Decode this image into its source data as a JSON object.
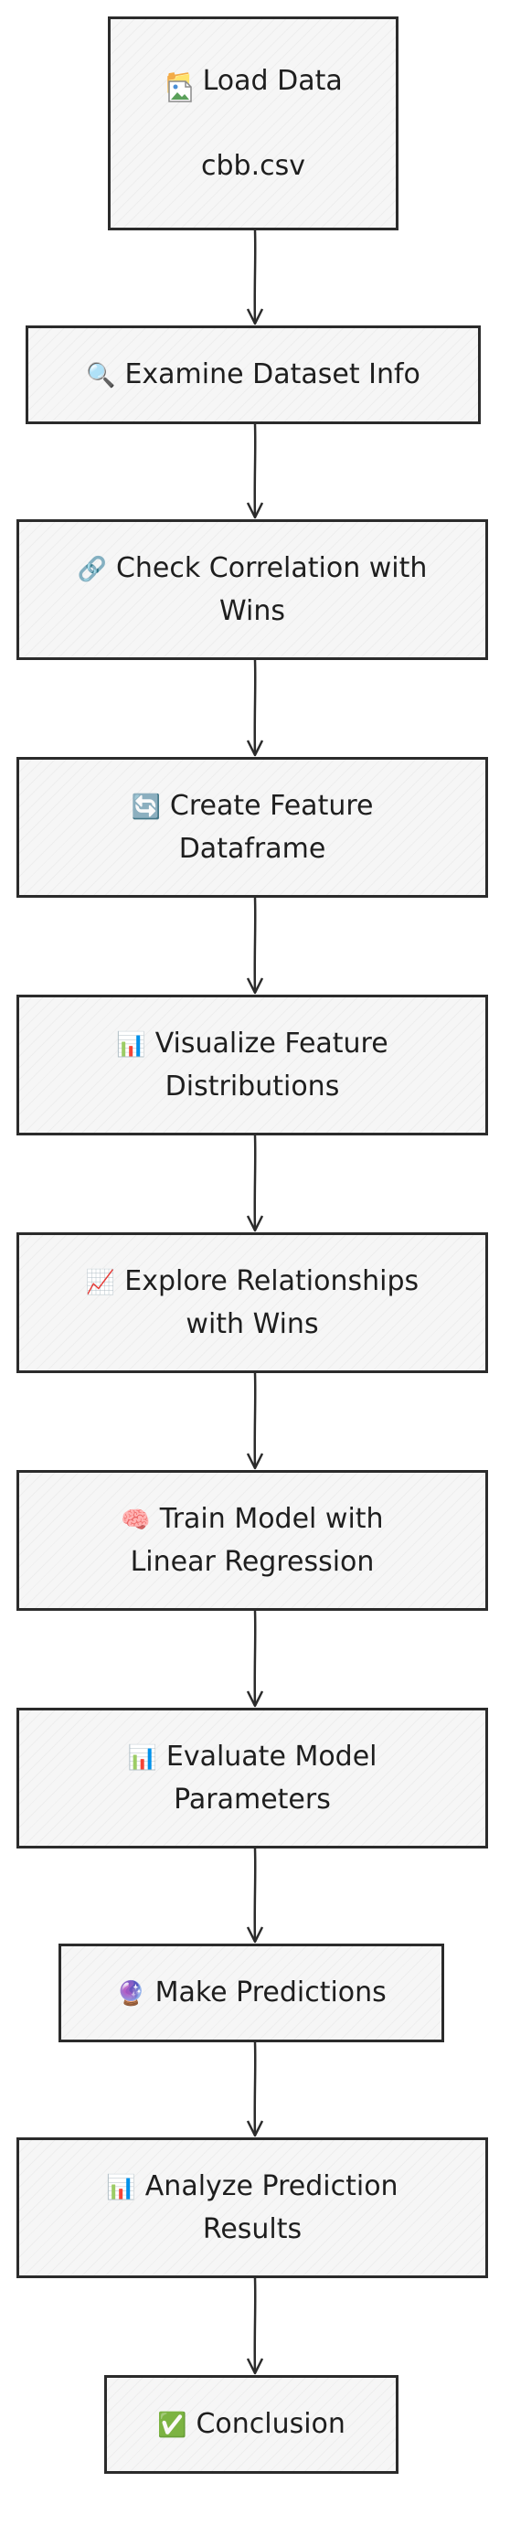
{
  "nodes": [
    {
      "id": "load",
      "icon": "📁",
      "icon_name": "folder-icon",
      "lines": [
        "Load Data",
        "",
        "cbb.csv"
      ]
    },
    {
      "id": "examine",
      "icon": "🔍",
      "icon_name": "magnifier-icon",
      "lines": [
        "Examine Dataset Info"
      ]
    },
    {
      "id": "correlation",
      "icon": "🔗",
      "icon_name": "link-icon",
      "lines": [
        "Check Correlation with",
        "Wins"
      ]
    },
    {
      "id": "feature",
      "icon": "🔄",
      "icon_name": "refresh-icon",
      "lines": [
        "Create Feature",
        "Dataframe"
      ]
    },
    {
      "id": "visualize",
      "icon": "📊",
      "icon_name": "bar-chart-icon",
      "lines": [
        "Visualize Feature",
        "Distributions"
      ]
    },
    {
      "id": "explore",
      "icon": "📈",
      "icon_name": "trending-up-icon",
      "lines": [
        "Explore Relationships",
        "with Wins"
      ]
    },
    {
      "id": "train",
      "icon": "🧠",
      "icon_name": "brain-icon",
      "lines": [
        "Train Model with",
        "Linear Regression"
      ]
    },
    {
      "id": "evaluate",
      "icon": "📊",
      "icon_name": "bar-chart-icon",
      "lines": [
        "Evaluate Model",
        "Parameters"
      ]
    },
    {
      "id": "predict",
      "icon": "🔮",
      "icon_name": "crystal-ball-icon",
      "lines": [
        "Make Predictions"
      ]
    },
    {
      "id": "analyze",
      "icon": "📊",
      "icon_name": "bar-chart-icon",
      "lines": [
        "Analyze Prediction",
        "Results"
      ]
    },
    {
      "id": "conclusion",
      "icon": "✅",
      "icon_name": "check-mark-icon",
      "lines": [
        "Conclusion"
      ]
    }
  ],
  "edges": [
    [
      "load",
      "examine"
    ],
    [
      "examine",
      "correlation"
    ],
    [
      "correlation",
      "feature"
    ],
    [
      "feature",
      "visualize"
    ],
    [
      "visualize",
      "explore"
    ],
    [
      "explore",
      "train"
    ],
    [
      "train",
      "evaluate"
    ],
    [
      "evaluate",
      "predict"
    ],
    [
      "predict",
      "analyze"
    ],
    [
      "analyze",
      "conclusion"
    ]
  ],
  "colors": {
    "border": "#2b2b2b",
    "fill": "#f6f6f6",
    "text": "#1e1e1e"
  }
}
